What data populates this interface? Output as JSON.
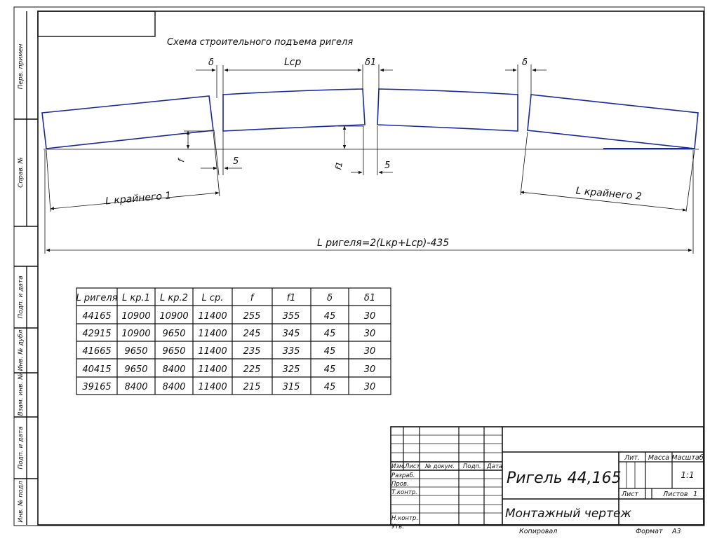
{
  "drawing": {
    "title": "Схема строительного подъема ригеля",
    "labels": {
      "delta": "δ",
      "delta1": "δ1",
      "lcp": "Lср",
      "f": "f",
      "f1": "f1",
      "five_left": "5",
      "five_right": "5",
      "l_extreme1": "L крайнего 1",
      "l_extreme2": "L крайнего 2",
      "l_total": "L ригеля=2(Lкр+Lср)-435"
    },
    "colors": {
      "beam": "#1a2a9a",
      "line": "#111111"
    }
  },
  "table": {
    "headers": [
      "L ригеля",
      "L кр.1",
      "L кр.2",
      "L ср.",
      "f",
      "f1",
      "δ",
      "δ1"
    ],
    "rows": [
      [
        "44165",
        "10900",
        "10900",
        "11400",
        "255",
        "355",
        "45",
        "30"
      ],
      [
        "42915",
        "10900",
        "9650",
        "11400",
        "245",
        "345",
        "45",
        "30"
      ],
      [
        "41665",
        "9650",
        "9650",
        "11400",
        "235",
        "335",
        "45",
        "30"
      ],
      [
        "40415",
        "9650",
        "8400",
        "11400",
        "225",
        "325",
        "45",
        "30"
      ],
      [
        "39165",
        "8400",
        "8400",
        "11400",
        "215",
        "315",
        "45",
        "30"
      ]
    ]
  },
  "side_stamps": [
    "Перв. примен",
    "Справ. №",
    "Подп. и дата",
    "Инв. № дубл",
    "Взам. инв. №",
    "Подп. и дата",
    "Инв. № подл"
  ],
  "title_block": {
    "col_headers": [
      "Изм.",
      "Лист",
      "№ докум.",
      "Подп.",
      "Дата"
    ],
    "roles": [
      "Разраб.",
      "Пров.",
      "Т.контр.",
      "Н.контр.",
      "Утв."
    ],
    "name": "Ригель 44,165",
    "doc_type": "Монтажный чертеж",
    "lit": "Лит.",
    "mass": "Масса",
    "scale_label": "Масштаб",
    "scale": "1:1",
    "sheet": "Лист",
    "sheets": "Листов",
    "sheets_count": "1"
  },
  "footer": {
    "copied": "Копировал",
    "format": "Формат",
    "format_value": "А3"
  }
}
